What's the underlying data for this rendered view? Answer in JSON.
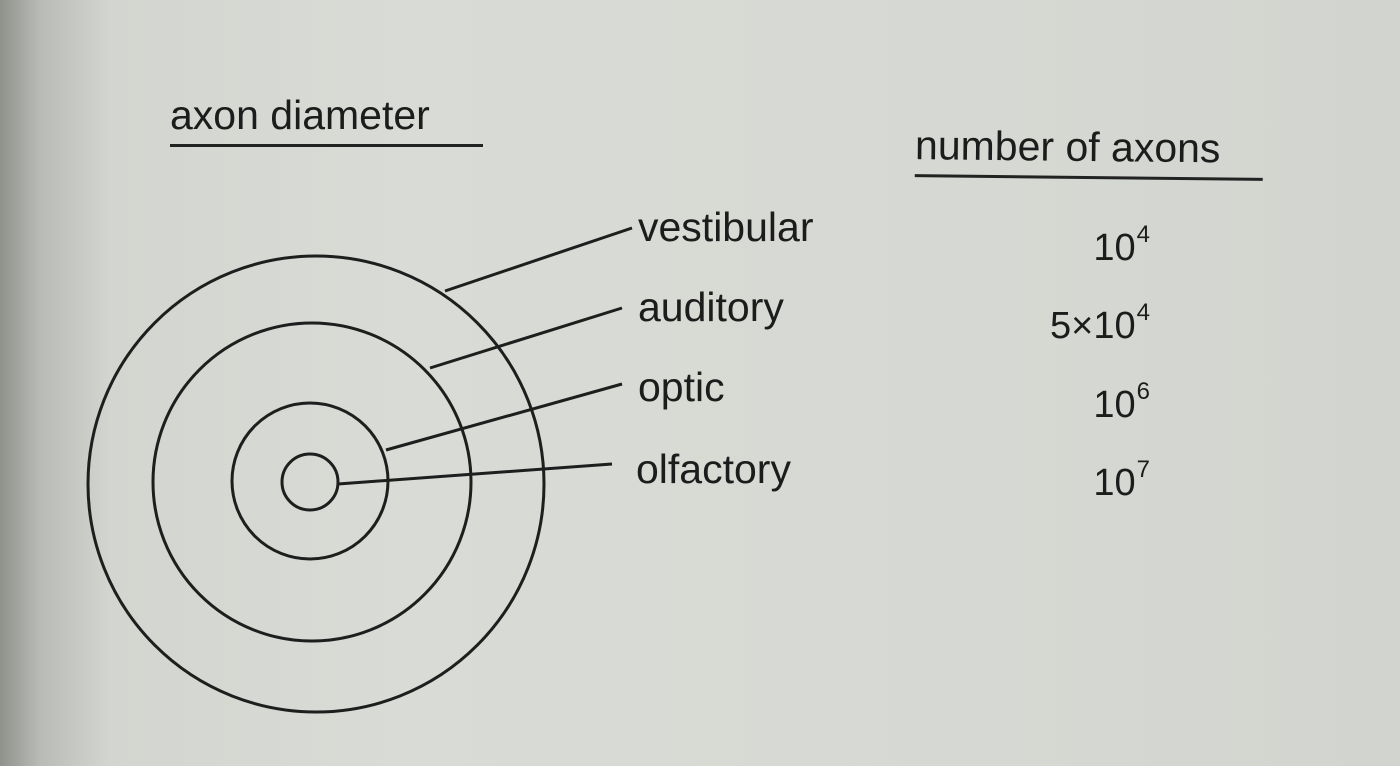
{
  "headings": {
    "left": "axon diameter",
    "right": "number of axons"
  },
  "nerves": [
    {
      "label": "vestibular",
      "count_prefix": "",
      "count_base": "10",
      "count_exp": "4"
    },
    {
      "label": "auditory",
      "count_prefix": "5×",
      "count_base": "10",
      "count_exp": "4"
    },
    {
      "label": "optic",
      "count_prefix": "",
      "count_base": "10",
      "count_exp": "6"
    },
    {
      "label": "olfactory",
      "count_prefix": "",
      "count_base": "10",
      "count_exp": "7"
    }
  ]
}
